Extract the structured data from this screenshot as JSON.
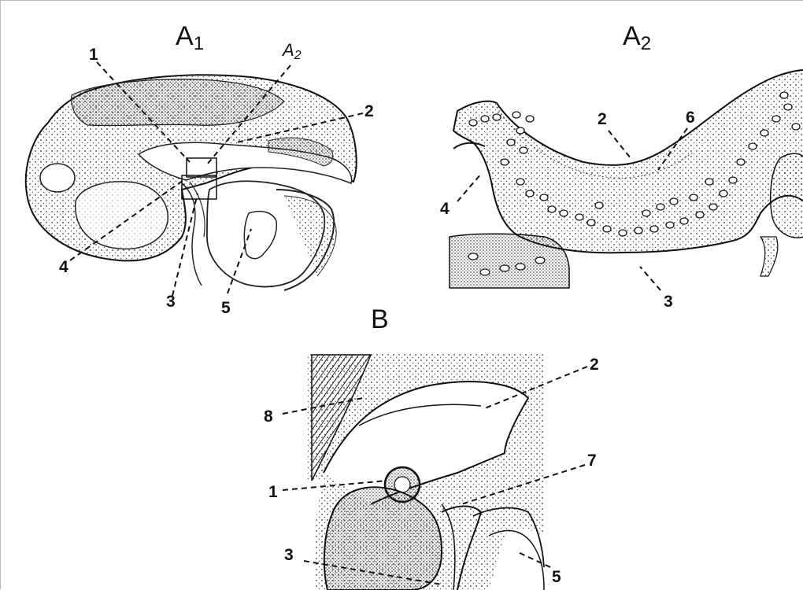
{
  "panels": {
    "a1": {
      "letter": "A",
      "subscript": "1"
    },
    "a2": {
      "letter": "A",
      "subscript": "2"
    },
    "b": {
      "letter": "B"
    }
  },
  "a1_labels": {
    "l1": "1",
    "a2_letter": "A",
    "a2_sub": "2",
    "l2": "2",
    "l3": "3",
    "l4": "4",
    "l5": "5"
  },
  "a2_labels": {
    "l2": "2",
    "l3": "3",
    "l4": "4",
    "l6": "6"
  },
  "b_labels": {
    "l1": "1",
    "l2": "2",
    "l3": "3",
    "l5": "5",
    "l7": "7",
    "l8": "8"
  }
}
